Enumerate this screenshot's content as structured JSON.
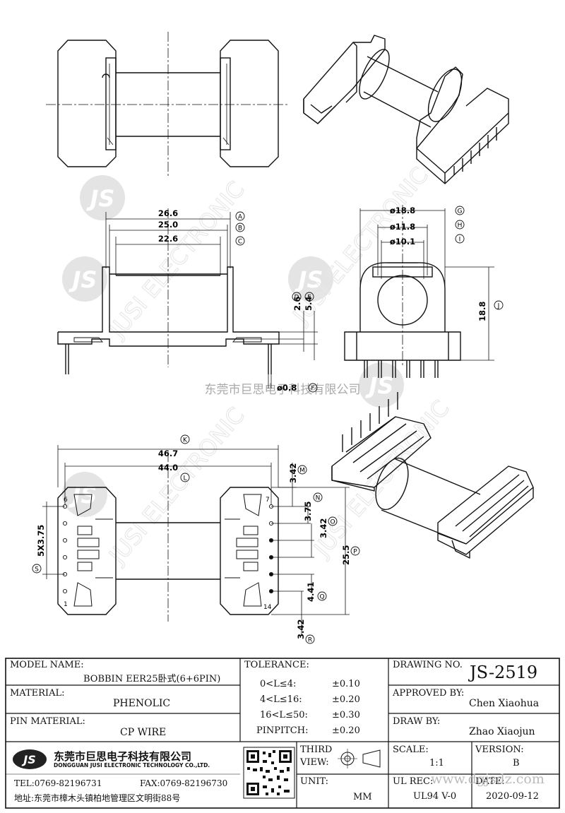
{
  "watermark": {
    "company_cn": "东莞市巨思电子科技有限公司",
    "brand": "JUSI ELECTRONIC",
    "logo": "JS",
    "site": "www.dgjsdz.com"
  },
  "dims": {
    "top_view": {
      "d_a": "26.6",
      "d_b": "25.0",
      "d_c": "22.6",
      "h_d": "2.6",
      "h_e": "5.4",
      "pin": "ø0.8"
    },
    "side_view": {
      "g": "ø18.8",
      "h": "ø11.8",
      "i": "ø10.1",
      "j": "18.8"
    },
    "bottom_view": {
      "k": "46.7",
      "l": "44.0",
      "m": "3.42",
      "n": "3.75",
      "o": "3.42",
      "p": "25.5",
      "q": "4.41",
      "r": "3.42",
      "s": "5X3.75",
      "pin1": "1",
      "pin6": "6",
      "pin7": "7",
      "pin14": "14"
    },
    "letters": [
      "A",
      "B",
      "C",
      "D",
      "E",
      "F",
      "G",
      "H",
      "I",
      "J",
      "K",
      "L",
      "M",
      "N",
      "O",
      "P",
      "Q",
      "R",
      "S"
    ]
  },
  "title_block": {
    "model_label": "MODEL NAME:",
    "model_value": "BOBBIN EER25卧式(6+6PIN)",
    "material_label": "MATERIAL:",
    "material_value": "PHENOLIC",
    "pin_material_label": "PIN MATERIAL:",
    "pin_material_value": "CP WIRE",
    "tolerance_label": "TOLERANCE:",
    "tolerances": [
      {
        "range": "0<L≤4:",
        "value": "±0.10"
      },
      {
        "range": "4<L≤16:",
        "value": "±0.20"
      },
      {
        "range": "16<L≤50:",
        "value": "±0.30"
      },
      {
        "range": "PINPITCH:",
        "value": "±0.20"
      }
    ],
    "drawing_no_label": "DRAWING NO.",
    "drawing_no_value": "JS-2519",
    "approved_label": "APPROVED BY:",
    "approved_value": "Chen Xiaohua",
    "draw_label": "DRAW BY:",
    "draw_value": "Zhao Xiaojun",
    "company_cn": "东莞市巨思电子科技有限公司",
    "company_en": "DONGGUAN JUSI ELECTRONIC TECHNOLOGY CO.,LTD.",
    "tel": "TEL:0769-82196731",
    "fax": "FAX:0769-82196730",
    "address": "地址:东莞市樟木头镇柏地管理区文明街88号",
    "third_view_label_1": "THIRD",
    "third_view_label_2": "VIEW:",
    "unit_label": "UNIT:",
    "unit_value": "MM",
    "scale_label": "SCALE:",
    "scale_value": "1:1",
    "version_label": "VERSION:",
    "version_value": "B",
    "ul_label": "UL REC:",
    "ul_value": "UL94 V-0",
    "date_label": "DATE:",
    "date_value": "2020-09-12"
  }
}
